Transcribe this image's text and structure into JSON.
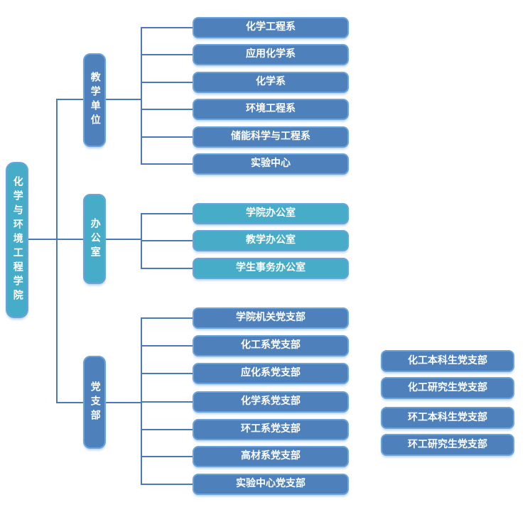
{
  "diagram": {
    "root": {
      "label": "化学与环境工程学院"
    },
    "branches": [
      {
        "label": "教学单位",
        "children": [
          "化学工程系",
          "应用化学系",
          "化学系",
          "环境工程系",
          "储能科学与工程系",
          "实验中心"
        ]
      },
      {
        "label": "办公室",
        "children": [
          "学院办公室",
          "教学办公室",
          "学生事务办公室"
        ]
      },
      {
        "label": "党支部",
        "children": [
          "学院机关党支部",
          "化工系党支部",
          "应化系党支部",
          "化学系党支部",
          "环工系党支部",
          "高材系党支部",
          "实验中心党支部"
        ]
      }
    ],
    "detached_nodes": [
      "化工本科生党支部",
      "化工研究生党支部",
      "环工本科生党支部",
      "环工研究生党支部"
    ],
    "colors": {
      "node_blue": "#4e80bc",
      "node_teal": "#46acc8",
      "node_border": "#69a4dc",
      "connector": "#4b7ab9",
      "text": "#ffffff"
    }
  }
}
